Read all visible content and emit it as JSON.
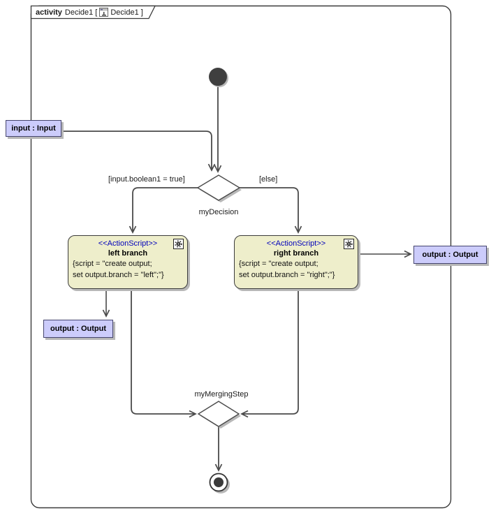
{
  "frame": {
    "keyword": "activity",
    "name": "Decide1",
    "bracket_open": "[",
    "diagram_name": "Decide1",
    "bracket_close": "]"
  },
  "nodes": {
    "start": "initial-node",
    "final": "activity-final-node"
  },
  "decision": {
    "name": "myDecision",
    "guard_true": "[input.boolean1 = true]",
    "guard_else": "[else]"
  },
  "merge": {
    "name": "myMergingStep"
  },
  "actions": {
    "left": {
      "stereotype": "<<ActionScript>>",
      "name": "left branch",
      "script_line1": "{script = \"create output;",
      "script_line2": "set output.branch = \"left\";\"}"
    },
    "right": {
      "stereotype": "<<ActionScript>>",
      "name": "right branch",
      "script_line1": "{script = \"create output;",
      "script_line2": "set output.branch = \"right\";\"}"
    }
  },
  "params": {
    "input": {
      "label": "input : Input"
    },
    "output_left": {
      "label": "output : Output"
    },
    "output_right": {
      "label": "output : Output"
    }
  },
  "icons": {
    "frame_icon": "activity-diagram-icon",
    "action_icon": "gear-icon"
  },
  "colors": {
    "action_fill": "#eeeecb",
    "param_fill": "#ccccfb",
    "stereotype_text": "#0000bb",
    "edge": "#4a4a4a",
    "frame_border": "#3a3a3a",
    "shadow": "#b8b8b8",
    "node_fill": "#3f3f3f"
  }
}
